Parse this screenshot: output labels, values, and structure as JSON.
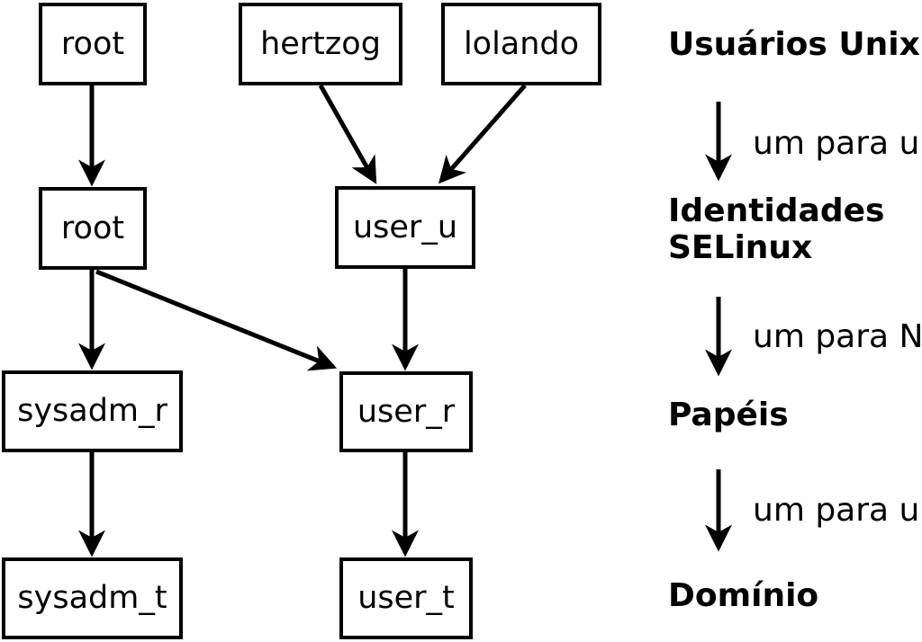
{
  "diagram": {
    "colors": {
      "foreground": "#000000",
      "background": "#ffffff"
    },
    "unix_users": [
      {
        "label": "root"
      },
      {
        "label": "hertzog"
      },
      {
        "label": "lolando"
      }
    ],
    "selinux_identities": [
      {
        "label": "root"
      },
      {
        "label": "user_u"
      }
    ],
    "roles": [
      {
        "label": "sysadm_r"
      },
      {
        "label": "user_r"
      }
    ],
    "domains": [
      {
        "label": "sysadm_t"
      },
      {
        "label": "user_t"
      }
    ],
    "edges": [
      {
        "from": "root (unix user)",
        "to": "root (selinux identity)"
      },
      {
        "from": "hertzog",
        "to": "user_u"
      },
      {
        "from": "lolando",
        "to": "user_u"
      },
      {
        "from": "root (selinux identity)",
        "to": "sysadm_r"
      },
      {
        "from": "root (selinux identity)",
        "to": "user_r"
      },
      {
        "from": "user_u",
        "to": "user_r"
      },
      {
        "from": "sysadm_r",
        "to": "sysadm_t"
      },
      {
        "from": "user_r",
        "to": "user_t"
      }
    ],
    "legend": {
      "unix_users_label": "Usuários Unix",
      "mapping_one_to_one_1": "um para um",
      "selinux_identities_line1": "Identidades",
      "selinux_identities_line2": "SELinux",
      "mapping_one_to_n": "um para N",
      "roles_label": "Papéis",
      "mapping_one_to_one_2": "um para um",
      "domains_label": "Domínio"
    }
  }
}
